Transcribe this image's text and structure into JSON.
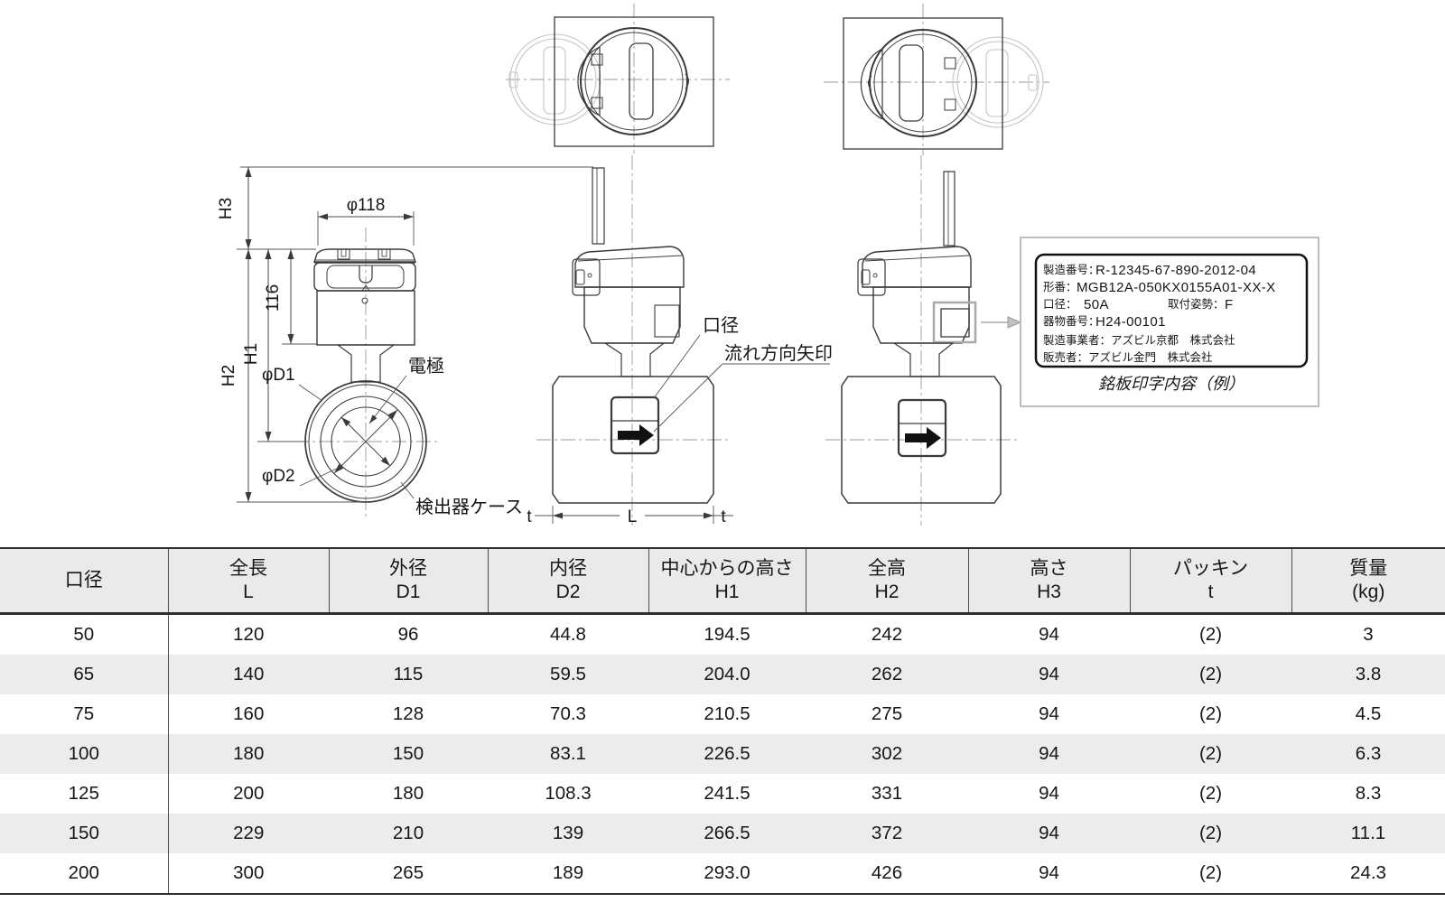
{
  "drawing": {
    "dims": {
      "h3": "H3",
      "phi118": "φ118",
      "d116": "116",
      "h1": "H1",
      "h2": "H2",
      "phiD1": "φD1",
      "phiD2": "φD2",
      "t_left": "t",
      "length": "L",
      "t_right": "t"
    },
    "callouts": {
      "electrode": "電極",
      "detector_case": "検出器ケース",
      "bore": "口径",
      "flow_arrow": "流れ方向矢印"
    },
    "nameplate": {
      "serial_label": "製造番号：",
      "serial": "R-12345-67-890-2012-04",
      "model_label": "形番：",
      "model": "MGB12A-050KX0155A01-XX-X",
      "bore_label": "口径：",
      "bore": "50A",
      "mount_label": "取付姿勢：",
      "mount": "F",
      "item_label": "器物番号：",
      "item": "H24-00101",
      "manufacturer": "製造事業者：アズビル京都　株式会社",
      "seller": "販売者：アズビル金門　株式会社",
      "caption": "銘板印字内容（例）"
    }
  },
  "table": {
    "headers": [
      {
        "title": "口径",
        "sub": ""
      },
      {
        "title": "全長",
        "sub": "L"
      },
      {
        "title": "外径",
        "sub": "D1"
      },
      {
        "title": "内径",
        "sub": "D2"
      },
      {
        "title": "中心からの高さ",
        "sub": "H1"
      },
      {
        "title": "全高",
        "sub": "H2"
      },
      {
        "title": "高さ",
        "sub": "H3"
      },
      {
        "title": "パッキン",
        "sub": "t"
      },
      {
        "title": "質量",
        "sub": "(kg)"
      }
    ],
    "rows": [
      [
        "50",
        "120",
        "96",
        "44.8",
        "194.5",
        "242",
        "94",
        "(2)",
        "3"
      ],
      [
        "65",
        "140",
        "115",
        "59.5",
        "204.0",
        "262",
        "94",
        "(2)",
        "3.8"
      ],
      [
        "75",
        "160",
        "128",
        "70.3",
        "210.5",
        "275",
        "94",
        "(2)",
        "4.5"
      ],
      [
        "100",
        "180",
        "150",
        "83.1",
        "226.5",
        "302",
        "94",
        "(2)",
        "6.3"
      ],
      [
        "125",
        "200",
        "180",
        "108.3",
        "241.5",
        "331",
        "94",
        "(2)",
        "8.3"
      ],
      [
        "150",
        "229",
        "210",
        "139",
        "266.5",
        "372",
        "94",
        "(2)",
        "11.1"
      ],
      [
        "200",
        "300",
        "265",
        "189",
        "293.0",
        "426",
        "94",
        "(2)",
        "24.3"
      ]
    ]
  }
}
